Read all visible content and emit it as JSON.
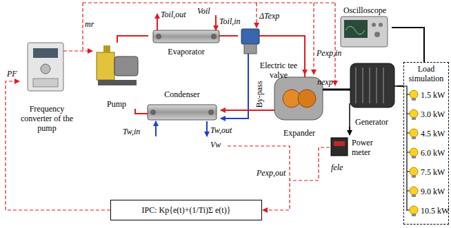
{
  "diagram": {
    "nodes": [
      {
        "text": [
          "Frequency converter of the pump"
        ]
      },
      {
        "text": [
          "Pump"
        ]
      },
      {
        "text": [
          "Evaporator"
        ]
      },
      {
        "text": [
          "Electric tee valve"
        ]
      },
      {
        "text": [
          "Expander"
        ]
      },
      {
        "text": [
          "Condenser"
        ]
      },
      {
        "text": [
          "Generator"
        ]
      },
      {
        "text": [
          "Power meter"
        ]
      },
      {
        "text": [
          "Oscilloscope"
        ]
      },
      {
        "text": [
          "Load simulation"
        ]
      },
      {
        "text": [
          "1.5 kW"
        ],
        "in": 9
      },
      {
        "text": [
          "3.0 kW"
        ],
        "in": 9
      },
      {
        "text": [
          "4.5 kW"
        ],
        "in": 9
      },
      {
        "text": [
          "6.0 kW"
        ],
        "in": 9
      },
      {
        "text": [
          "7.5 kW"
        ],
        "in": 9
      },
      {
        "text": [
          "9.0 kW"
        ],
        "in": 9
      },
      {
        "text": [
          "10.5 kW"
        ],
        "in": 9
      },
      {
        "text": [
          "IPC: Kp{e(t)+(1/Ti)Σ e(t)}"
        ]
      }
    ],
    "edges": [
      {
        "from": 17,
        "to": 0,
        "arrow": "to",
        "label": "PF"
      },
      {
        "from": 0,
        "to": 1,
        "arrow": "to",
        "label": "mr"
      },
      {
        "from": 1,
        "to": 2,
        "arrow": "none"
      },
      {
        "from": 2,
        "to": 3,
        "arrow": "none"
      },
      {
        "from": 3,
        "to": 4,
        "arrow": "to"
      },
      {
        "from": 3,
        "to": 5,
        "arrow": "to",
        "label": "By-pass"
      },
      {
        "from": 4,
        "to": 5,
        "arrow": "to"
      },
      {
        "from": 5,
        "to": 1,
        "arrow": "none"
      },
      {
        "from": 4,
        "to": 6,
        "arrow": "none"
      },
      {
        "from": 6,
        "to": 9,
        "arrow": "none"
      },
      {
        "from": 6,
        "to": 7,
        "arrow": "to"
      },
      {
        "from": 8,
        "to": 9,
        "arrow": "none"
      }
    ],
    "labels": [
      "Toil,out",
      "Voil",
      "Toil,in",
      "ΔTexp",
      "Pexp,in",
      "nexp",
      "Pexp,out",
      "fele",
      "Tw,in",
      "Tw,out",
      "Vw"
    ]
  }
}
